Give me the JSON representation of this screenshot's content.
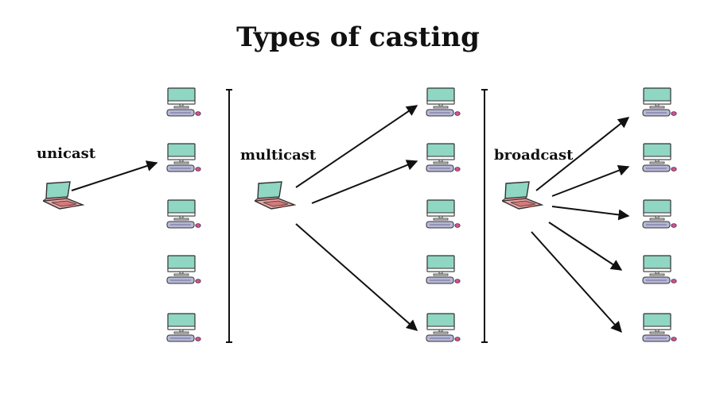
{
  "title": "Types of casting",
  "sections": [
    {
      "label": "unicast",
      "target_count": 1
    },
    {
      "label": "multicast",
      "target_count": 3
    },
    {
      "label": "broadcast",
      "target_count": 5
    }
  ],
  "icons": {
    "laptop": "laptop-icon",
    "desktop": "desktop-computer-icon"
  },
  "colors": {
    "screen": "#8fd6c3",
    "laptop_body": "#f3a7a7",
    "keyboard": "#b7b7d6",
    "mouse": "#d84f95",
    "line": "#111111"
  }
}
